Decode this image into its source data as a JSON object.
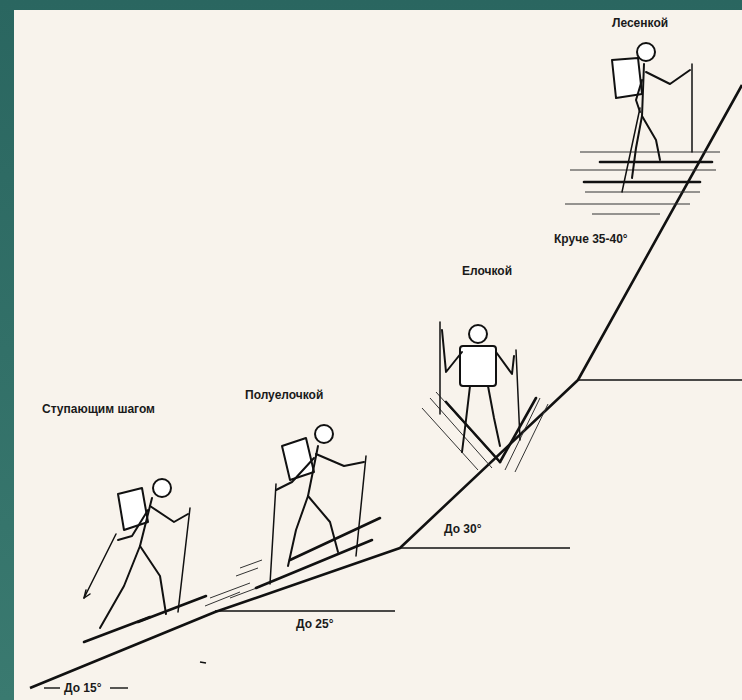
{
  "diagram": {
    "labels": [
      "Ступающим шагом",
      "Полуелочкой",
      "Елочкой",
      "Лесенкой",
      "До 15°",
      "До 25°",
      "До 30°",
      "Круче 35-40°"
    ]
  }
}
